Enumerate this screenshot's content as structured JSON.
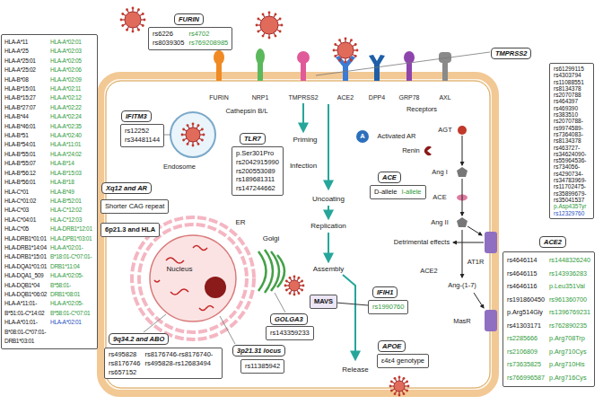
{
  "diagram": {
    "nodes": [
      {
        "text": [
          "HLA-A*11",
          "HLA-A*25",
          "HLA-A*25:01",
          "HLA-A*25:02",
          "HLA-B*08",
          "HLA-B*15:01",
          "HLA-B*15:27",
          "HLA-B*27:07",
          "HLA-B*44",
          "HLA-B*46:01",
          "HLA-B*51",
          "HLA-B*54:01",
          "HLA-B*55:01",
          "HLA-B*55:07",
          "HLA-B*56:12",
          "HLA-B*56:01",
          "HLA-C*01",
          "HLA-C*01:02",
          "HLA-C*03",
          "HLA-C*04:01",
          "HLA-C*05",
          "HLA-DRB1*01:01",
          "HLA-DRB1*14:04",
          "HLA-DRB1*15:01",
          "HLA-DQA1*01:01",
          "HLA-DQA1_509",
          "HLA-DQB1*04",
          "HLA-DQB1*06:02",
          "HLA-A*11:01- B*51:01-C*14:02",
          "HLA-A*01:01- B*08:01-C*07:01- DRB1*03:01",
          "HLA-A*02:01",
          "HLA-A*02:03",
          "HLA-A*02:05",
          "HLA-A*02:06",
          "HLA-A*02:09",
          "HLA-A*02:11",
          "HLA-A*02:12",
          "HLA-A*02:22",
          "HLA-A*02:24",
          "HLA-A*02:35",
          "HLA-A*02:40",
          "HLA-A*11:01",
          "HLA-A*24:02",
          "HLA-B*14",
          "HLA-B*15:03",
          "HLA-B*18",
          "HLA-B*49",
          "HLA-B*52:01",
          "HLA-C*12:02",
          "HLA-C*12:03",
          "HLA-DRB1*12:01",
          "HLA-DPB1*03:01",
          "HLA-A*02:01- B*18:01-C*07:01- DRB1*11:04",
          "HLA-A*02:05- B*58:01- DRB1*08:01",
          "HLA-A*02:05- B*58:01-C*07:01",
          "HLA-A*02:01"
        ]
      },
      {
        "text": [
          "FURIN",
          "rs6226",
          "rs8039305",
          "rs4702",
          "rs769208985"
        ]
      },
      {
        "text": [
          "TMPRSS2",
          "rs61299115",
          "rs4303794",
          "rs11088551",
          "rs8134378",
          "rs2070788",
          "rs464397",
          "rs469390",
          "rs383510",
          "rs2070788- rs9974589- rs7364083- rs8134378",
          "rs463727- rs34624090- rs55964536- rs734056- rs4290734- rs34783969- rs11702475- rs35899679- rs35041537",
          "p.Asp435Tyr",
          "rs12329760"
        ]
      },
      {
        "text": [
          "IFITM3",
          "rs12252",
          "rs34481144"
        ]
      },
      {
        "text": [
          "TLR7",
          "p.Ser301Pro",
          "rs2042915990",
          "rs200553089",
          "rs189681311",
          "rs147244662"
        ]
      },
      {
        "text": [
          "ACE",
          "D-allele",
          "I-allele"
        ]
      },
      {
        "text": [
          "Xq12 and AR",
          "Shorter CAG repeat"
        ]
      },
      {
        "text": [
          "6p21.3 and HLA"
        ]
      },
      {
        "text": [
          "MAVS"
        ]
      },
      {
        "text": [
          "IFIH1",
          "rs1990760"
        ]
      },
      {
        "text": [
          "ACE2",
          "rs4646114",
          "rs4646115",
          "rs4646116",
          "rs191860450",
          "p.Arg514Gly",
          "rs41303171",
          "rs2285666",
          "rs2106809",
          "rs73635825",
          "rs766996587",
          "rs1448326240",
          "rs143936283",
          "p.Leu351Val",
          "rs961360700",
          "rs1396769231",
          "rs762890235",
          "p.Arg708Trp",
          "p.Arg710Cys",
          "p.Arg710His",
          "p.Arg716Cys"
        ]
      },
      {
        "text": [
          "GOLGA3",
          "rs143359233"
        ]
      },
      {
        "text": [
          "3p21.31 locus",
          "rs11385942"
        ]
      },
      {
        "text": [
          "APOE",
          "ε4ε4 genotype"
        ]
      },
      {
        "text": [
          "9q34.2 and ABO",
          "rs495828",
          "rs8176746",
          "rs657152",
          "rs8176746-rs8176740- rs495828-rs12683494"
        ]
      }
    ],
    "edges": [
      {
        "from": 9,
        "to": 8,
        "arrow": "none"
      }
    ],
    "labels": [
      "FURIN",
      "NRP1",
      "TMPRSS2",
      "ACE2",
      "DPP4",
      "GRP78",
      "AXL",
      "Receptors",
      "Cathepsin B/L",
      "Priming",
      "Infection",
      "Endosome",
      "Activated AR",
      "Uncoating",
      "Replication",
      "ER",
      "Golgi",
      "Nucleus",
      "Assembly",
      "Release",
      "AGT",
      "Renin",
      "Ang I",
      "ACE",
      "Ang II",
      "Detrimental effects",
      "AT1R",
      "ACE2",
      "Ang-(1-7)",
      "MasR",
      "A"
    ]
  }
}
